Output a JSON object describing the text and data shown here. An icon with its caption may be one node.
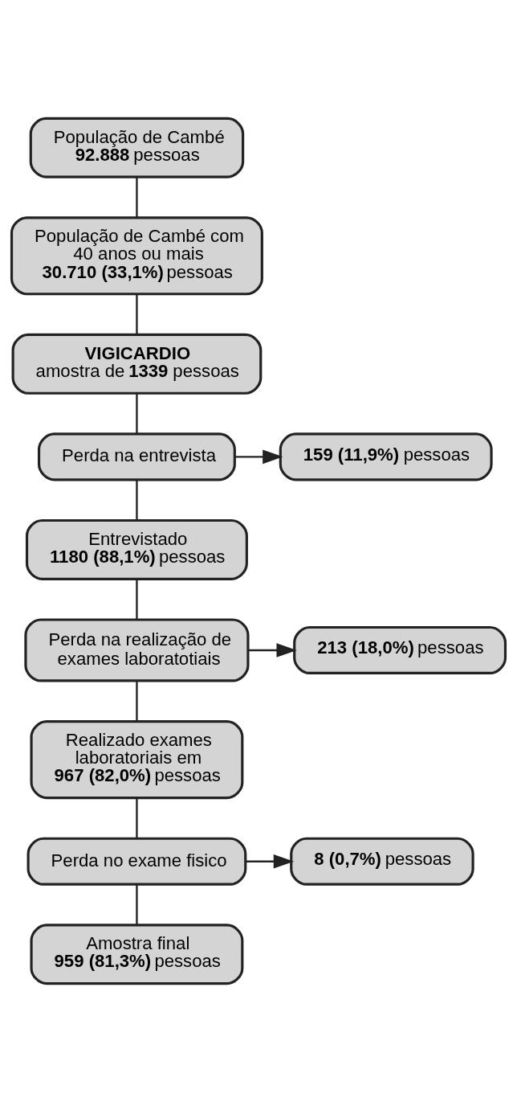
{
  "diagram": {
    "nodes": [
      {
        "text": [
          "População de Cambé",
          "**92.888** pessoas"
        ]
      },
      {
        "text": [
          "População de Cambé com 40 anos ou mais",
          "**30.710 (33,1%)** pessoas"
        ]
      },
      {
        "text": [
          "VIGICARDIO",
          "amostra de **1339** pessoas"
        ]
      },
      {
        "text": [
          "Perda na entrevista"
        ]
      },
      {
        "text": [
          "**159 (11,9%)** pessoas"
        ]
      },
      {
        "text": [
          "Entrevistado",
          "**1180 (88,1%)** pessoas"
        ]
      },
      {
        "text": [
          "Perda na realização de exames laboratotiais"
        ]
      },
      {
        "text": [
          "**213 (18,0%)** pessoas"
        ]
      },
      {
        "text": [
          "Realizado exames laboratoriais em",
          "**967 (82,0%)** pessoas"
        ]
      },
      {
        "text": [
          "Perda no exame fisico"
        ]
      },
      {
        "text": [
          "**8 (0,7%)** pessoas"
        ]
      },
      {
        "text": [
          "Amostra final",
          "**959 (81,3%)** pessoas"
        ]
      }
    ],
    "edges": [
      {
        "from": 0,
        "to": 1,
        "arrow": "none"
      },
      {
        "from": 1,
        "to": 2,
        "arrow": "none"
      },
      {
        "from": 2,
        "to": 3,
        "arrow": "none"
      },
      {
        "from": 3,
        "to": 4,
        "arrow": "to"
      },
      {
        "from": 3,
        "to": 5,
        "arrow": "none"
      },
      {
        "from": 5,
        "to": 6,
        "arrow": "none"
      },
      {
        "from": 6,
        "to": 7,
        "arrow": "to"
      },
      {
        "from": 6,
        "to": 8,
        "arrow": "none"
      },
      {
        "from": 8,
        "to": 9,
        "arrow": "none"
      },
      {
        "from": 9,
        "to": 10,
        "arrow": "to"
      },
      {
        "from": 9,
        "to": 11,
        "arrow": "none"
      }
    ]
  }
}
